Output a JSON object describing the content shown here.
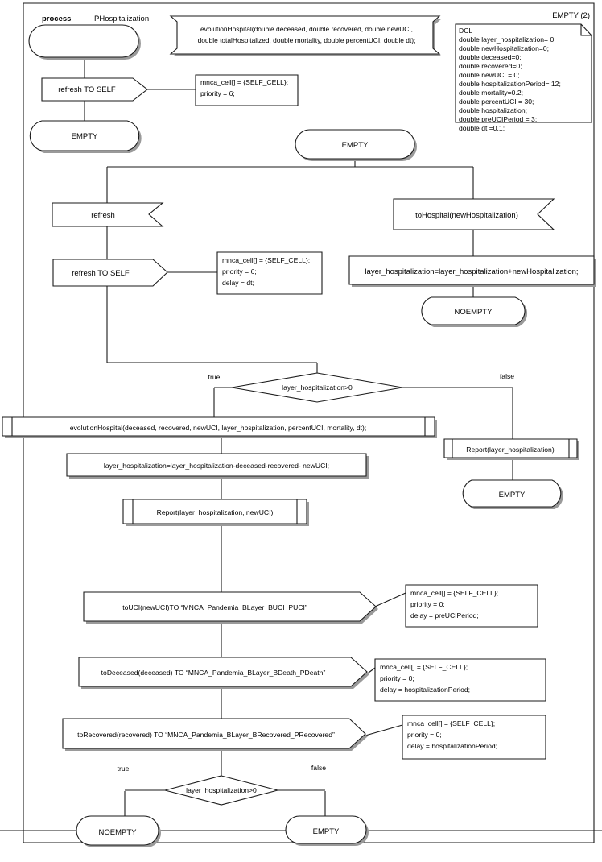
{
  "diagram": {
    "type": "flowchart",
    "title_labels": {
      "process_keyword": "process",
      "process_name": "PHospitalization",
      "empty_state_label": "EMPTY (2)"
    },
    "signature_box": {
      "line1": "evolutionHospital(double deceased, double recovered, double newUCI,",
      "line2": "double totalHospitalized, double mortality, double percentUCI, double dt);"
    },
    "dcl_box": {
      "header": "DCL",
      "lines": [
        "double layer_hospitalization= 0;",
        "double newHospitalization=0;",
        "double deceased=0;",
        "double recovered=0;",
        "double newUCI = 0;",
        "double hospitalizationPeriod= 12;",
        "double mortality=0.2;",
        "double percentUCI = 30;",
        "double hospitalization;",
        "double preUCIPeriod = 3;",
        "double dt =0.1;"
      ]
    },
    "nodes": {
      "start_terminal": "",
      "refresh_to_self_1": "refresh TO SELF",
      "empty_1": "EMPTY",
      "empty_2": "EMPTY",
      "refresh_input": "refresh",
      "refresh_to_self_2": "refresh TO SELF",
      "to_hospital_input": "toHospital(newHospitalization)",
      "assign_hosp": "layer_hospitalization=layer_hospitalization+newHospitalization;",
      "noempty_1": "NOEMPTY",
      "decision_1": "layer_hospitalization>0",
      "evolution_call": "evolutionHospital(deceased, recovered, newUCI, layer_hospitalization, percentUCI, mortality, dt);",
      "assign_subtract": "layer_hospitalization=layer_hospitalization-deceased-recovered- newUCI;",
      "report_2args": "Report(layer_hospitalization, newUCI)",
      "report_1arg": "Report(layer_hospitalization)",
      "empty_3": "EMPTY",
      "to_uci": "toUCI(newUCI)TO “MNCA_Pandemia_BLayer_BUCI_PUCI”",
      "to_deceased": "toDeceased(deceased) TO “MNCA_Pandemia_BLayer_BDeath_PDeath”",
      "to_recovered": "toRecovered(recovered) TO “MNCA_Pandemia_BLayer_BRecovered_PRecovered”",
      "decision_2": "layer_hospitalization>0",
      "noempty_2": "NOEMPTY",
      "empty_4": "EMPTY"
    },
    "notes": {
      "note_1": [
        "mnca_cell[] = {SELF_CELL};",
        "priority = 6;"
      ],
      "note_2": [
        "mnca_cell[] = {SELF_CELL};",
        "priority = 6;",
        "delay = dt;"
      ],
      "note_uci": [
        "mnca_cell[] = {SELF_CELL};",
        "priority = 0;",
        "delay = preUCIPeriod;"
      ],
      "note_deceased": [
        "mnca_cell[] = {SELF_CELL};",
        "priority = 0;",
        "delay = hospitalizationPeriod;"
      ],
      "note_recovered": [
        "mnca_cell[] = {SELF_CELL};",
        "priority = 0;",
        "delay = hospitalizationPeriod;"
      ]
    },
    "edge_labels": {
      "d1_true": "true",
      "d1_false": "false",
      "d2_true": "true",
      "d2_false": "false"
    },
    "colors": {
      "stroke": "#1a1a1a",
      "fill": "#ffffff",
      "shadow": "#9a9a9a",
      "text": "#000000"
    }
  }
}
